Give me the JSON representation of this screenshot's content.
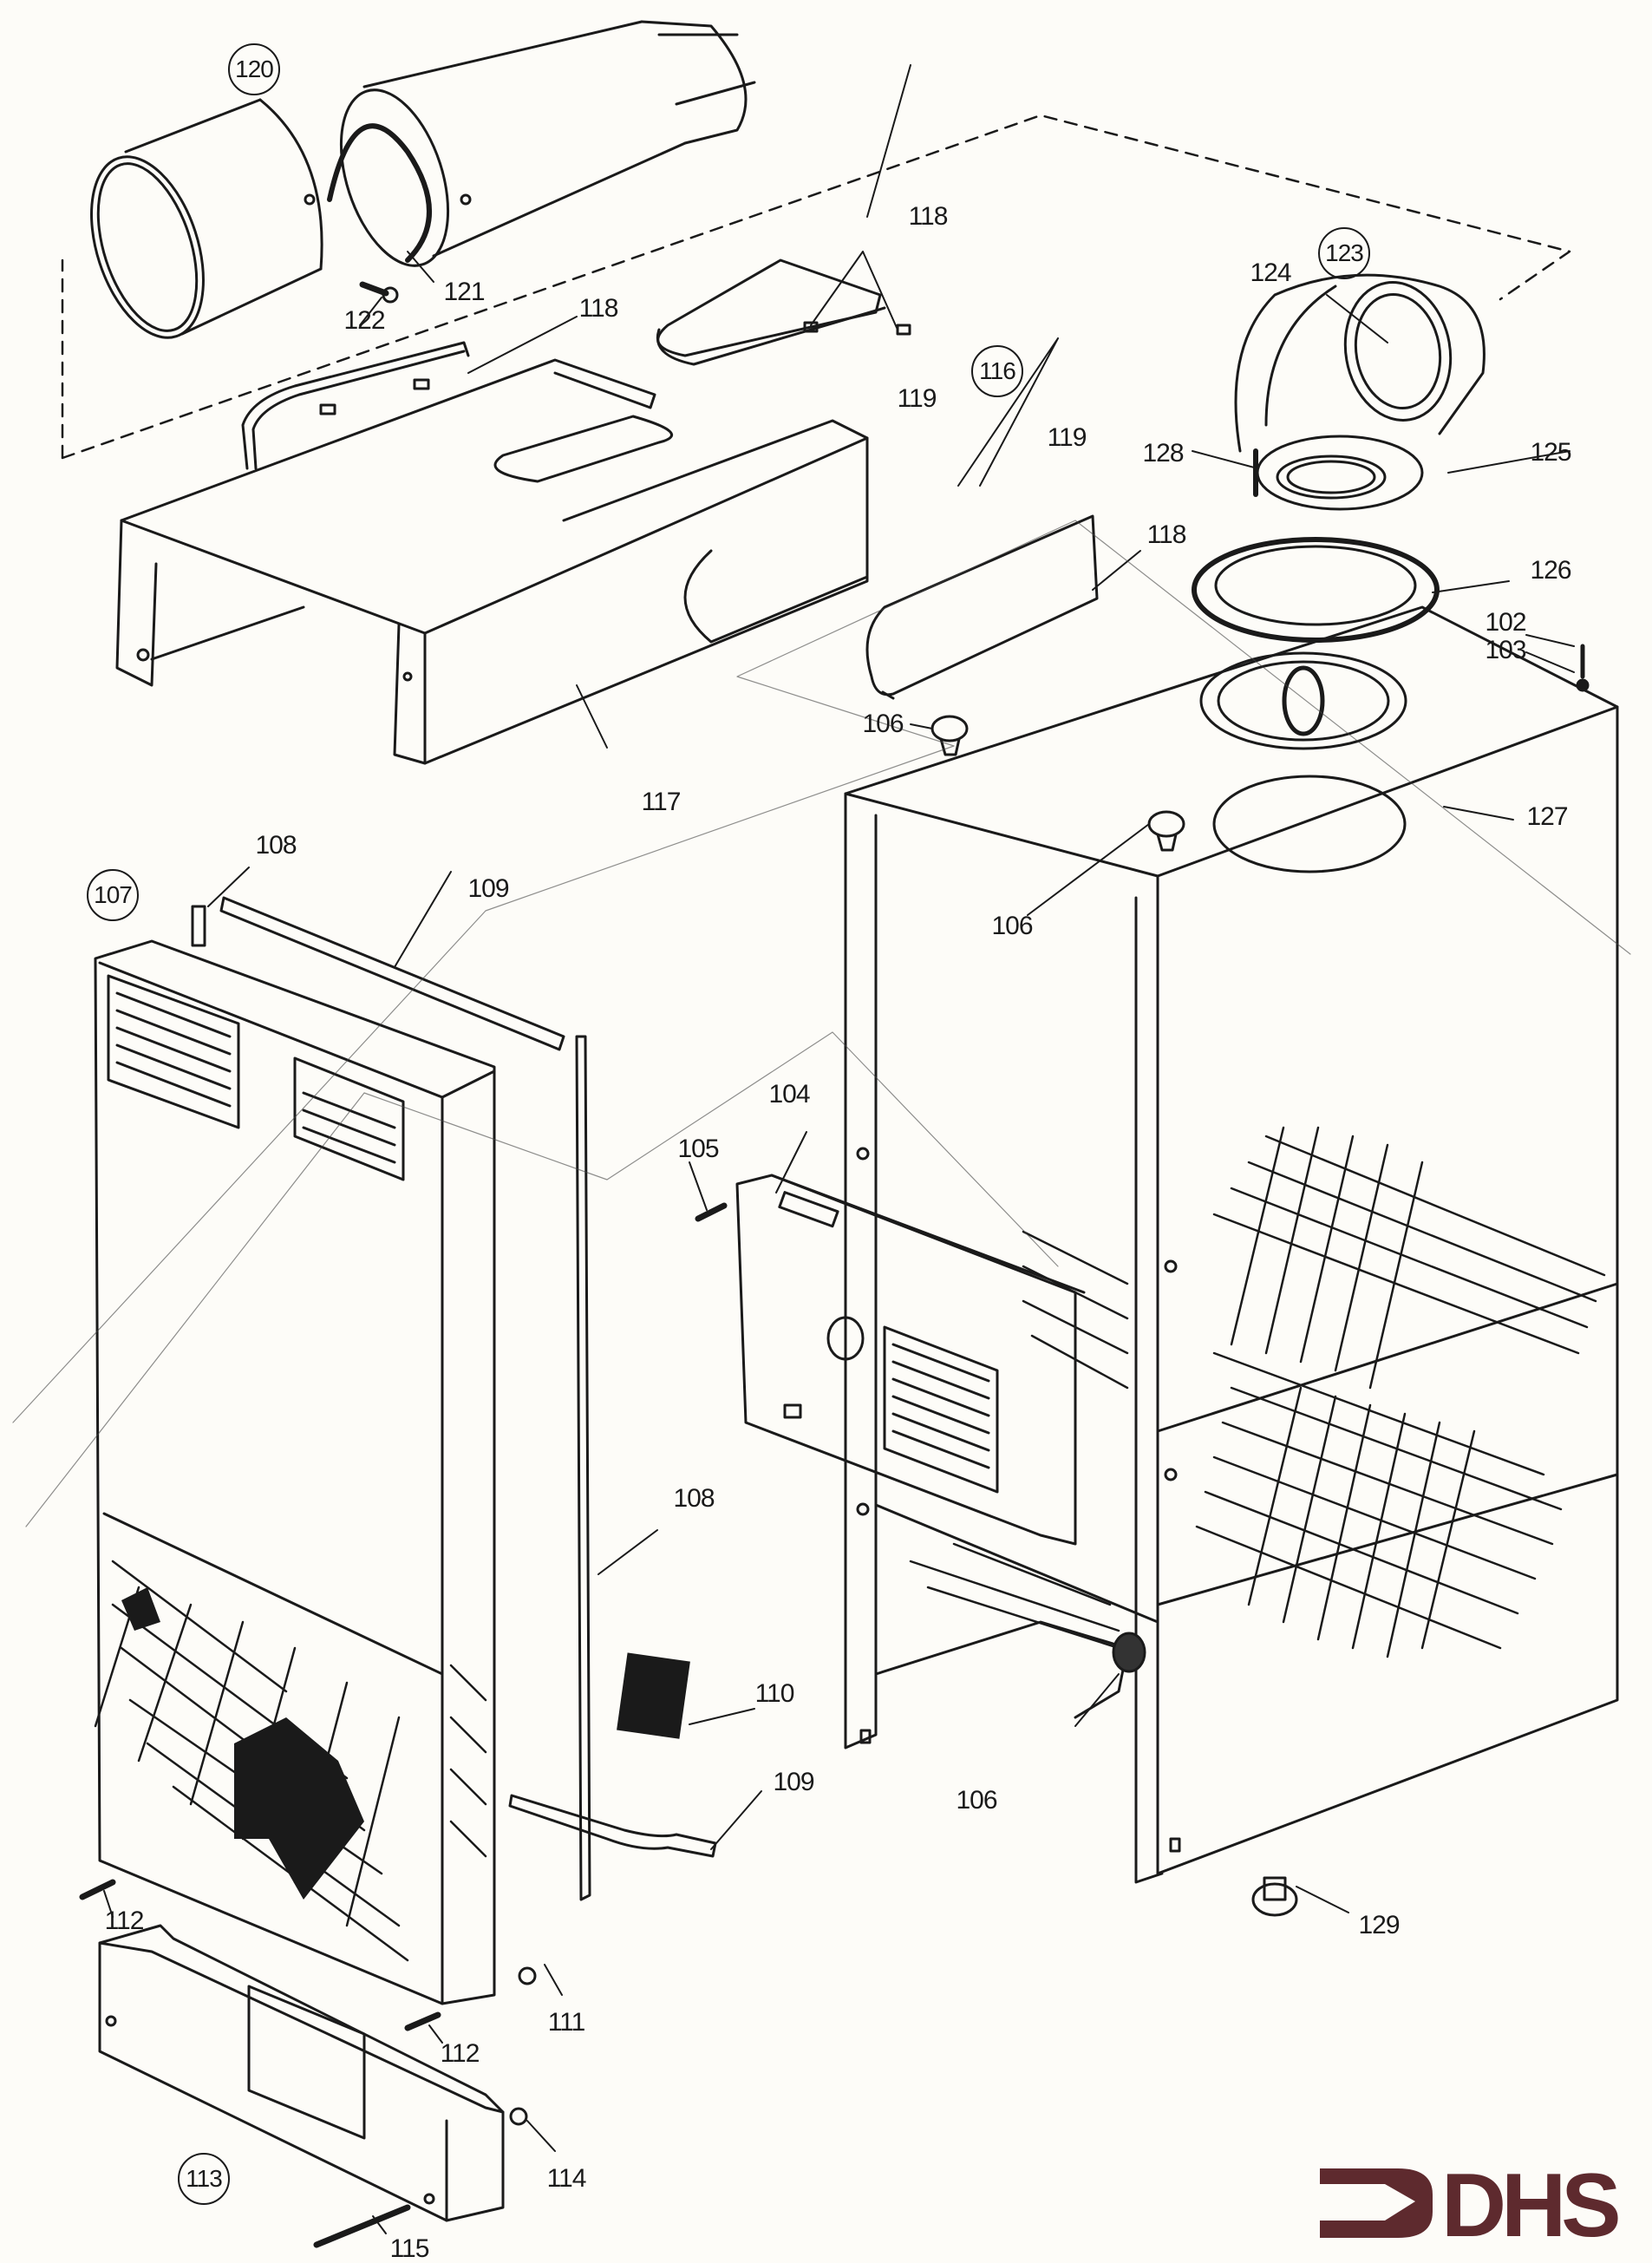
{
  "document": {
    "type": "exploded parts diagram",
    "subject": "boiler casing and flue assembly"
  },
  "assembly_groups": [
    {
      "id": "120",
      "label": "120",
      "description": "flue terminal assembly"
    },
    {
      "id": "123",
      "label": "123",
      "description": "flue elbow assembly"
    },
    {
      "id": "116",
      "label": "116",
      "description": "top cover assembly"
    },
    {
      "id": "107",
      "label": "107",
      "description": "front panel assembly"
    },
    {
      "id": "113",
      "label": "113",
      "description": "bottom cover assembly"
    }
  ],
  "part_labels": {
    "p102": "102",
    "p103": "103",
    "p104": "104",
    "p105": "105",
    "p106a": "106",
    "p106b": "106",
    "p106c": "106",
    "p108a": "108",
    "p108b": "108",
    "p109a": "109",
    "p109b": "109",
    "p110": "110",
    "p111": "111",
    "p112a": "112",
    "p112b": "112",
    "p114": "114",
    "p115": "115",
    "p117": "117",
    "p118a": "118",
    "p118b": "118",
    "p118c": "118",
    "p119a": "119",
    "p119b": "119",
    "p121": "121",
    "p122": "122",
    "p124": "124",
    "p125": "125",
    "p126": "126",
    "p127": "127",
    "p128": "128",
    "p129": "129"
  },
  "logo": {
    "text": "DHS",
    "icon": "arrow-bracket-icon",
    "color": "#5e2a2e"
  },
  "colors": {
    "ink": "#1a1a1a",
    "paper": "#fdfcf8"
  }
}
